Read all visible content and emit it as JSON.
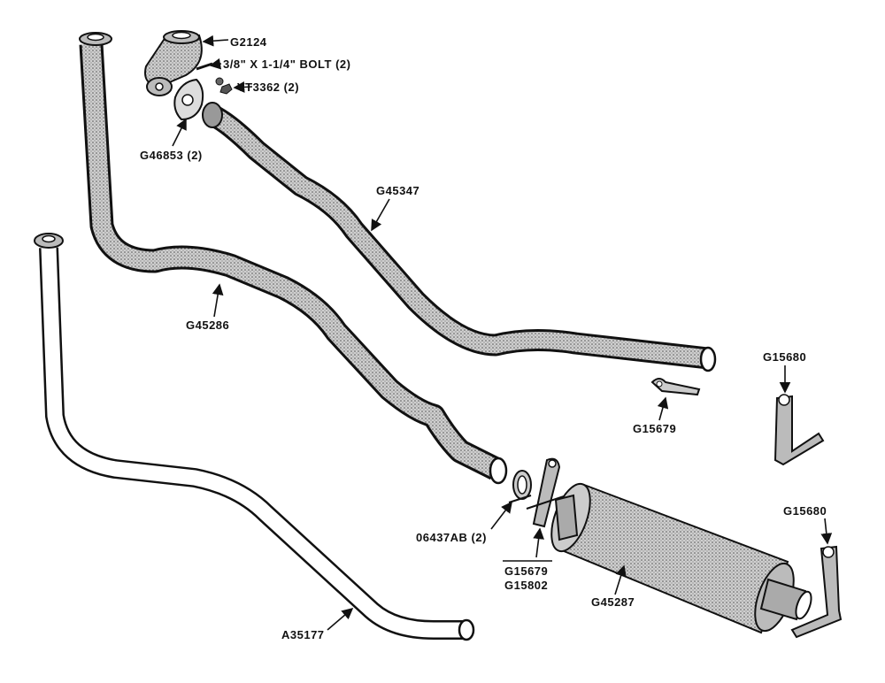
{
  "labels": {
    "g2124": "G2124",
    "bolt": "3/8\" X 1-1/4\" BOLT (2)",
    "vt3362": "VT3362 (2)",
    "g46853": "G46853 (2)",
    "g45347": "G45347",
    "g45286": "G45286",
    "g15680_top": "G15680",
    "g15679_mid": "G15679",
    "g15680_bottom": "G15680",
    "o6437ab": "06437AB (2)",
    "g15679_low": "G15679",
    "g15802": "G15802",
    "g45287": "G45287",
    "a35177": "A35177"
  },
  "colors": {
    "ink": "#111111",
    "pipe_shade": "#8a8a8a",
    "pipe_light": "#d9d9d9"
  }
}
